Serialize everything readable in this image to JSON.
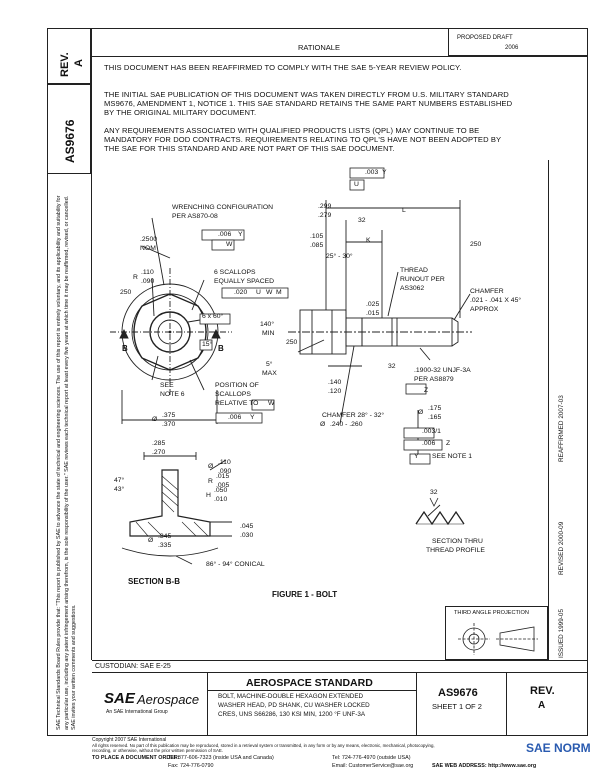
{
  "rev_header": {
    "label": "REV.",
    "value": "A"
  },
  "doc_number_left": "AS9676",
  "rationale_title": "RATIONALE",
  "right_top_box": {
    "line1": "PROPOSED DRAFT",
    "line2": "2006"
  },
  "paragraphs": {
    "p1": "THIS DOCUMENT HAS BEEN REAFFIRMED TO COMPLY WITH THE SAE 5-YEAR REVIEW POLICY.",
    "p2_l1": "THE INITIAL SAE PUBLICATION OF THIS DOCUMENT WAS TAKEN DIRECTLY  FROM U.S. MILITARY STANDARD",
    "p2_l2": "MS9676, AMENDMENT 1, NOTICE 1. THIS SAE STANDARD RETAINS THE SAME PART NUMBERS  ESTABLISHED",
    "p2_l3": "BY THE ORIGINAL MILITARY DOCUMENT.",
    "p3_l1": "ANY REQUIREMENTS ASSOCIATED WITH QUALIFIED PRODUCTS LISTS (QPL) MAY CONTINUE TO BE",
    "p3_l2": "MANDATORY FOR DOD CONTRACTS. REQUIREMENTS RELATING TO QPL'S HAVE NOT BEEN ADOPTED BY",
    "p3_l3": "THE SAE FOR THIS STANDARD AND ARE NOT PART OF THIS SAE DOCUMENT."
  },
  "left_margin_note": "SAE Technical Standards Board Rules provide that: \"This report is published by SAE to advance the state of technical and engineering sciences. The use of this report is entirely voluntary, and its applicability and suitability for any particular use, including any patent infringement arising therefrom, is the sole responsibility of the user.\" SAE reviews each technical report at least every five years at which time it may be reaffirmed, revised, or cancelled. SAE invites your written comments and suggestions.",
  "drawing": {
    "wrenching": "WRENCHING CONFIGURATION",
    "wrenching_per": "PER AS870-08",
    "d2500": ".2500",
    "d_nom": "NOM",
    "tol_006": ".006",
    "datum_y": "Y",
    "datum_w": "W",
    "scallops": "6 SCALLOPS",
    "equally": "EQUALLY SPACED",
    "tol_020": ".020",
    "u_label": "U",
    "w_label": "W",
    "m_label": "M",
    "r110": ".110",
    "r090": ".090",
    "r_prefix": "R",
    "f250": "250",
    "sixty": "6 x 60°",
    "fifteen": "15°",
    "section_b": "B",
    "see_note": "SEE",
    "note6": "NOTE 6",
    "position_of": "POSITION OF",
    "scallops2": "SCALLOPS",
    "relative": "RELATIVE TO",
    "d375": ".375",
    "d370": ".370",
    "dia": "Ø",
    "d003": ".003",
    "d299": ".299",
    "d279": ".279",
    "L": "L",
    "d32": "32",
    "d105": ".105",
    "d085": ".085",
    "K": "K",
    "angle25": "25° - 30°",
    "thread_runout": "THREAD",
    "runout_per": "RUNOUT PER",
    "as3062": "AS3062",
    "chamfer": "CHAMFER",
    "chamfer_dim": ".021 - .041 X 45°",
    "approx": "APPROX",
    "r025": ".025",
    "r015": ".015",
    "ang140": "140°",
    "min": "MIN",
    "f5": "5°",
    "max": "MAX",
    "d140": ".140",
    "d120": ".120",
    "thread_spec": ".1900-32 UNJF-3A",
    "per_as8879": "PER AS8879",
    "z_label": "Z",
    "chamfer2": "CHAMFER 28° - 32°",
    "chamfer2_dia": ".240 - .260",
    "d175": ".175",
    "d165": ".165",
    "d0031": ".003/1",
    "d006b": ".006",
    "see_note1": "SEE NOTE 1",
    "d285": ".285",
    "d270": ".270",
    "ang47": "47°",
    "ang43": "43°",
    "d110b": ".110",
    "d090b": ".090",
    "r015b": ".015",
    "r005": ".005",
    "h050": ".050",
    "h010": ".010",
    "H": "H",
    "R2": "R",
    "d345": ".345",
    "d335": ".335",
    "d045": ".045",
    "d030": ".030",
    "conical": "86° - 94° CONICAL",
    "section_title": "SECTION  B-B",
    "section_thru": "SECTION THRU",
    "thread_profile": "THREAD PROFILE",
    "figure_title": "FIGURE 1 - BOLT"
  },
  "right_margin": {
    "reaffirmed": "REAFFIRMED 2007-03",
    "revised": "REVISED 2000-09",
    "issued": "ISSUED 1999-05"
  },
  "third_angle": "THIRD ANGLE PROJECTION",
  "custodian": "CUSTODIAN: SAE E-25",
  "logo": {
    "sae": "SAE",
    "aero": "Aerospace",
    "sub": "An SAE International Group"
  },
  "title_block": {
    "heading": "AEROSPACE STANDARD",
    "line1": "BOLT, MACHINE-DOUBLE HEXAGON EXTENDED",
    "line2": "WASHER HEAD, PD SHANK, CU WASHER LOCKED",
    "line3": "CRES, UNS S66286, 130 KSI MIN, 1200 °F UNF-3A",
    "doc": "AS9676",
    "sheet": "SHEET 1 OF 2",
    "rev_label": "REV.",
    "rev_value": "A"
  },
  "footer": {
    "copyright": "Copyright 2007 SAE International",
    "rights1": "All rights reserved. No part of this publication may be reproduced, stored in a retrieval system or transmitted, in any form or by any means, electronic, mechanical, photocopying,",
    "rights2": "recording, or otherwise, without the prior written permission of SAE.",
    "order": "TO PLACE A DOCUMENT ORDER:",
    "tel1": "Tel:  877-606-7323 (inside USA and Canada)",
    "fax": "Fax:  724-776-0790",
    "tel2": "Tel:  724-776-4970 (outside USA)",
    "email": "Email:  CustomerService@sae.org",
    "web": "SAE WEB ADDRESS:  http://www.sae.org"
  },
  "watermark": "SAE NORM"
}
